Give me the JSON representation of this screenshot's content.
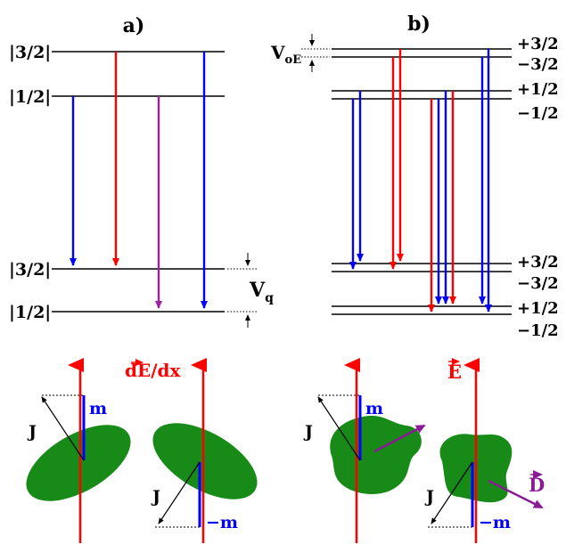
{
  "panel_a": {
    "label": "a)",
    "upper_levels": [
      "|3/2|",
      "|1/2|"
    ],
    "lower_levels": [
      "|3/2|",
      "|1/2|"
    ],
    "splitting": {
      "symbol": "V",
      "subscript": "q"
    }
  },
  "panel_b": {
    "label": "b)",
    "splitting": {
      "symbol": "V",
      "subscript": "oE"
    },
    "upper_levels": [
      "+3/2",
      "−3/2",
      "+1/2",
      "−1/2"
    ],
    "lower_levels": [
      "+3/2",
      "−3/2",
      "+1/2",
      "−1/2"
    ]
  },
  "bottom_left": {
    "field_label": "dE/dx",
    "vector_label": "J",
    "m_plus": "m",
    "m_minus": "−m"
  },
  "bottom_right": {
    "field_label": "E",
    "dipole_label": "D",
    "vector_label": "J",
    "m_plus": "m",
    "m_minus": "−m"
  },
  "colors": {
    "blue": "#0000ff",
    "red": "#ff0000",
    "purple": "#a020a0",
    "green": "#188a18",
    "dipole": "#8a1a96"
  }
}
